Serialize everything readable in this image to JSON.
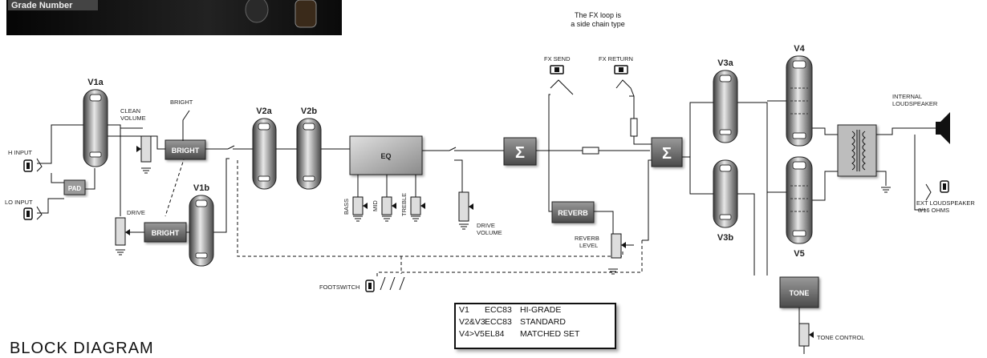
{
  "photo": {
    "caption": "Grade Number"
  },
  "fx_note": {
    "line1": "The FX loop is",
    "line2": "a side chain type"
  },
  "tubes": {
    "v1a": "V1a",
    "v1b": "V1b",
    "v2a": "V2a",
    "v2b": "V2b",
    "v3a": "V3a",
    "v3b": "V3b",
    "v4": "V4",
    "v5": "V5"
  },
  "blocks": {
    "bright_top": "BRIGHT",
    "bright_bottom": "BRIGHT",
    "eq": "EQ",
    "reverb": "REVERB",
    "tone": "TONE",
    "pad": "PAD",
    "sum": "Σ"
  },
  "labels": {
    "h_input": "H INPUT",
    "lo_input": "LO INPUT",
    "bright_switch": "BRIGHT",
    "clean_volume_1": "CLEAN",
    "clean_volume_2": "VOLUME",
    "drive": "DRIVE",
    "drive_volume_1": "DRIVE",
    "drive_volume_2": "VOLUME",
    "bass": "BASS",
    "mid": "MID",
    "treble": "TREBLE",
    "fx_send": "FX SEND",
    "fx_return": "FX RETURN",
    "reverb_level_1": "REVERB",
    "reverb_level_2": "LEVEL",
    "footswitch": "FOOTSWITCH",
    "internal_speaker_1": "INTERNAL",
    "internal_speaker_2": "LOUDSPEAKER",
    "ext_speaker_1": "EXT LOUDSPEAKER",
    "ext_speaker_2": "8/16 OHMS",
    "tone_control": "TONE CONTROL"
  },
  "legend": {
    "rows": [
      {
        "tube": "V1",
        "type": "ECC83",
        "grade": "HI-GRADE"
      },
      {
        "tube": "V2&V3",
        "type": "ECC83",
        "grade": "STANDARD"
      },
      {
        "tube": "V4>V5",
        "type": "EL84",
        "grade": "MATCHED SET"
      }
    ]
  },
  "title": "BLOCK DIAGRAM",
  "colors": {
    "tube_dark": "#3a3a3a",
    "tube_light": "#dcdcdc",
    "block_dark": "#555555",
    "block_light": "#bdbdbd",
    "line": "#111111"
  }
}
